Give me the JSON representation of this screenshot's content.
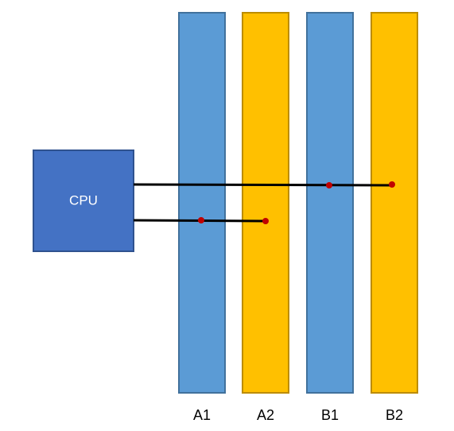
{
  "cpu": {
    "label": "CPU",
    "fill_color": "#4472C4",
    "border_color": "#2F528F",
    "text_color": "#ffffff"
  },
  "colors": {
    "blue_bar": "#5B9BD5",
    "blue_bar_border": "#41719C",
    "orange_bar": "#FFC000",
    "orange_bar_border": "#BC8C00",
    "wire": "#000000",
    "junction_dot": "#C00000"
  },
  "bars": [
    {
      "label": "A1",
      "color": "blue"
    },
    {
      "label": "A2",
      "color": "orange"
    },
    {
      "label": "B1",
      "color": "blue"
    },
    {
      "label": "B2",
      "color": "orange"
    }
  ],
  "connections": [
    {
      "name": "upper-bus",
      "junctions": [
        "B1",
        "B2"
      ]
    },
    {
      "name": "lower-bus",
      "junctions": [
        "A1",
        "A2"
      ]
    }
  ]
}
